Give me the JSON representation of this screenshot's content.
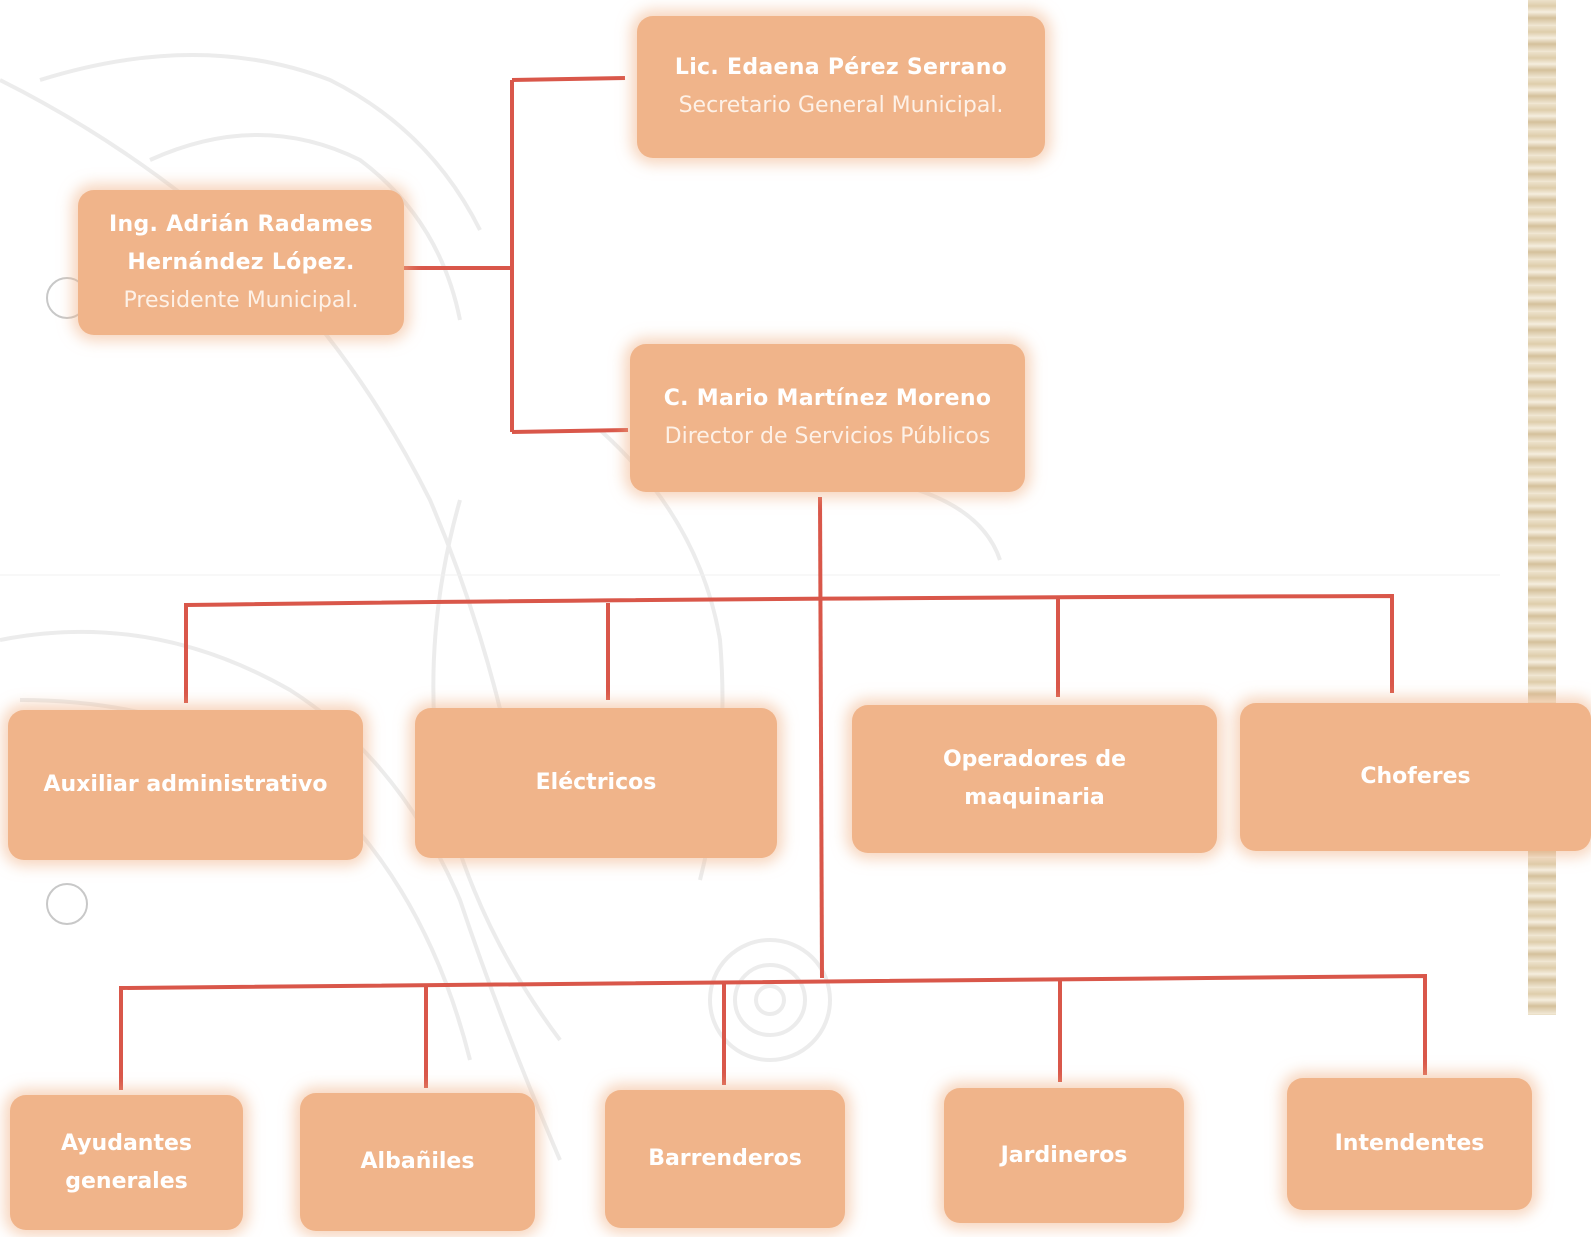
{
  "head": {
    "name": "Ing. Adrián Radames Hernández López.",
    "role": "Presidente Municipal."
  },
  "secretary": {
    "name": "Lic. Edaena Pérez Serrano",
    "role": "Secretario General Municipal."
  },
  "director": {
    "name": "C. Mario Martínez Moreno",
    "role": "Director de Servicios Públicos"
  },
  "staff_row_1": [
    "Auxiliar administrativo",
    "Eléctricos",
    "Operadores de maquinaria",
    "Choferes"
  ],
  "staff_row_2": [
    "Ayudantes generales",
    "Albañiles",
    "Barrenderos",
    "Jardineros",
    "Intendentes"
  ],
  "colors": {
    "box_fill": "#f0b48a",
    "connector": "#d9574a",
    "text": "#ffffff"
  }
}
